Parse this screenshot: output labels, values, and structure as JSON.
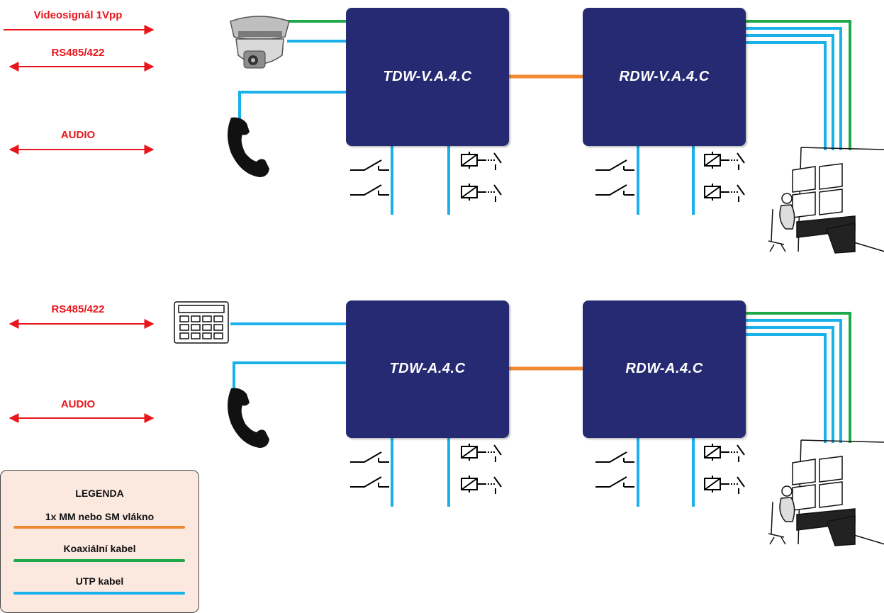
{
  "signals": {
    "video": "Videosignál 1Vpp",
    "rs485_top": "RS485/422",
    "audio_top": "AUDIO",
    "rs485_bottom": "RS485/422",
    "audio_bottom": "AUDIO"
  },
  "units": {
    "tx_top": "TDW-V.A.4.C",
    "rx_top": "RDW-V.A.4.C",
    "tx_bottom": "TDW-A.4.C",
    "rx_bottom": "RDW-A.4.C"
  },
  "legend": {
    "title": "LEGENDA",
    "items": [
      {
        "label": "1x MM nebo SM vlákno",
        "color": "#f08a32"
      },
      {
        "label": "Koaxiální kabel",
        "color": "#1fa84a"
      },
      {
        "label": "UTP kabel",
        "color": "#1ab0ea"
      }
    ]
  },
  "colors": {
    "fiber": "#f08a32",
    "coax": "#1fa84a",
    "utp": "#1ab0ea",
    "unit": "#262a72",
    "signal": "#e8161b"
  }
}
